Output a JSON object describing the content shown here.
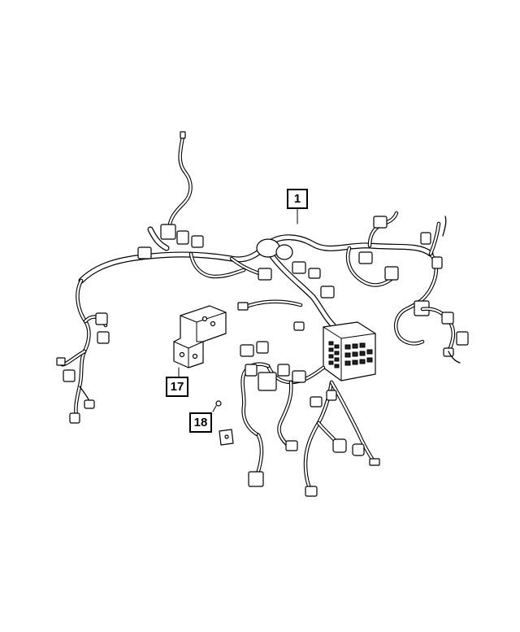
{
  "callouts": {
    "harness": "1",
    "bracket": "17",
    "screw": "18"
  },
  "colors": {
    "line": "#000000",
    "background": "#ffffff"
  }
}
